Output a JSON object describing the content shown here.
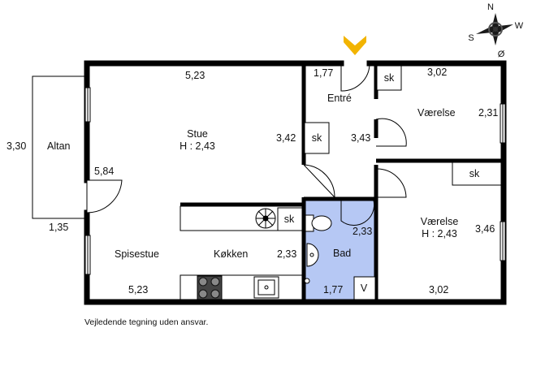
{
  "compass": {
    "north": "N",
    "south": "S",
    "west": "W",
    "east": "Ø"
  },
  "rooms": {
    "altan": {
      "name": "Altan",
      "depth": "3,30",
      "width": "1,35"
    },
    "stue": {
      "name": "Stue",
      "height": "H : 2,43",
      "width": "5,23",
      "depth": "3,42"
    },
    "spisestue": {
      "name": "Spisestue",
      "width": "5,23",
      "depth": "5,84"
    },
    "koekken": {
      "name": "Køkken",
      "depth": "2,33"
    },
    "entre": {
      "name": "Entré",
      "width": "1,77",
      "depth": "3,43"
    },
    "bad": {
      "name": "Bad",
      "width": "1,77",
      "depth": "2,33"
    },
    "vaerelse1": {
      "name": "Værelse",
      "width": "3,02",
      "depth": "2,31"
    },
    "vaerelse2": {
      "name": "Værelse",
      "height": "H : 2,43",
      "width": "3,02",
      "depth": "3,46"
    }
  },
  "fixtures": {
    "closet": "sk",
    "ventilation": "V"
  },
  "disclaimer": "Vejledende tegning uden ansvar.",
  "colors": {
    "wall": "#000000",
    "bathroom_fill": "#b6c8f4",
    "entrance_marker": "#f2b400"
  }
}
